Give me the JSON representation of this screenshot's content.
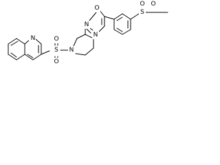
{
  "molecule": {
    "atoms": {
      "n_quinoline": "N",
      "o_s1_top": "O",
      "s1": "S",
      "o_s1_bottom": "O",
      "n_piperidine": "N",
      "o_ring": "O",
      "n_ring_upper": "N",
      "n_ring_lower": "N",
      "s2": "S",
      "o_s2_left": "O",
      "o_s2_right": "O"
    }
  }
}
